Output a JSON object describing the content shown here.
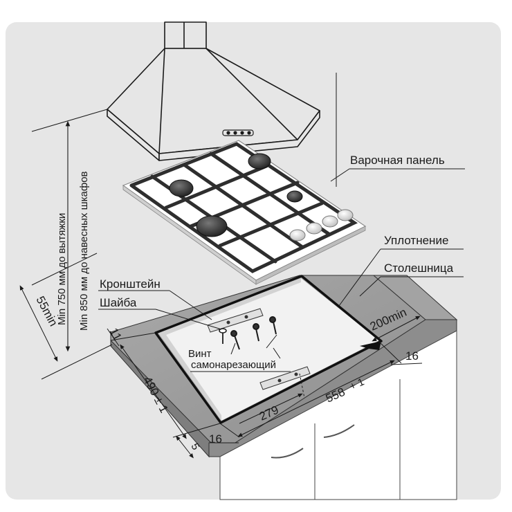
{
  "labels": {
    "hob": "Варочная панель",
    "seal": "Уплотнение",
    "countertop": "Столешница",
    "bracket": "Кронштейн",
    "washer": "Шайба",
    "screw_line1": "Винт",
    "screw_line2": "самонарезающий",
    "hood_min_1": "Min 750 мм до вытяжки",
    "hood_min_2": "Min 850 мм до навесных шкафов"
  },
  "dimensions": {
    "thickness": "55min",
    "edge_offset": "11",
    "depth": "490 ± 1",
    "width": "558",
    "width_tol": "+ 1",
    "half_width": "279",
    "rear_gap": "200min",
    "side_16_right": "16",
    "side_16_front": "16",
    "front_5": "5"
  },
  "colors": {
    "background_panel": "#e6e6e6",
    "countertop_top": "#9e9e9e",
    "countertop_front": "#8d8d8d",
    "cutout_floor": "#f2f2f2",
    "seal": "#111111",
    "hob_glass": "#ffffff",
    "grate": "#3a3a3a",
    "burner": "#2c2c2c",
    "line": "#1a1a1a"
  }
}
